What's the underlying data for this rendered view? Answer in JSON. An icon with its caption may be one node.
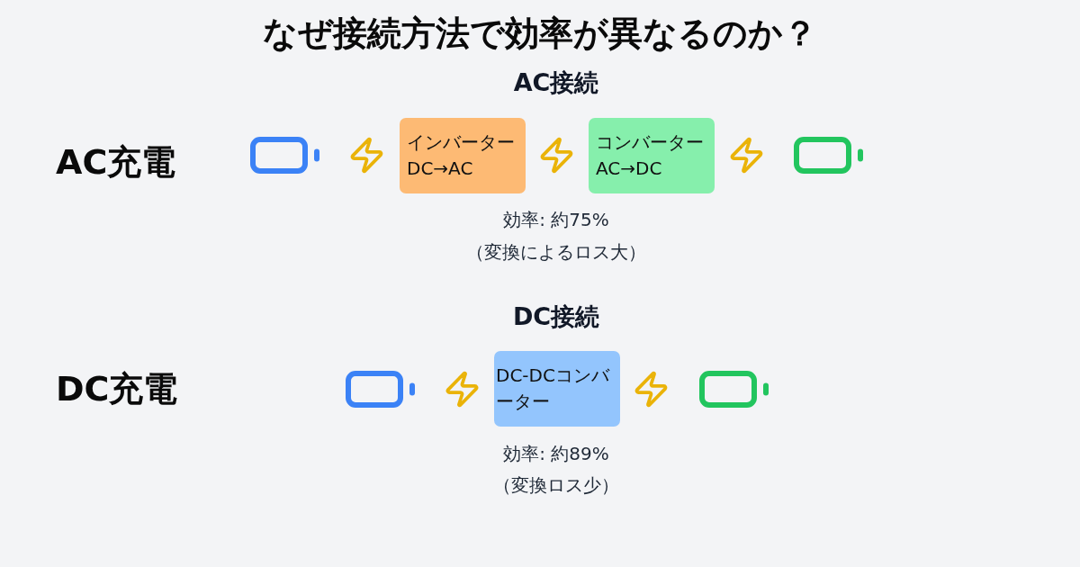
{
  "diagram": {
    "title": "なぜ接続方法で効率が異なるのか？",
    "nodes": [
      {
        "text": [],
        "shape": "battery"
      },
      {
        "text": [
          "インバーター",
          "DC→AC"
        ]
      },
      {
        "text": [
          "コンバーター",
          "AC→DC"
        ]
      },
      {
        "text": [],
        "shape": "battery"
      },
      {
        "text": [],
        "shape": "battery"
      },
      {
        "text": [
          "DC-DCコンバーター"
        ]
      },
      {
        "text": [],
        "shape": "battery"
      }
    ],
    "labels": [
      "AC接続",
      "AC充電",
      "効率: 約75%",
      "（変換によるロス大）",
      "DC接続",
      "DC充電",
      "効率: 約89%",
      "（変換ロス少）"
    ]
  }
}
